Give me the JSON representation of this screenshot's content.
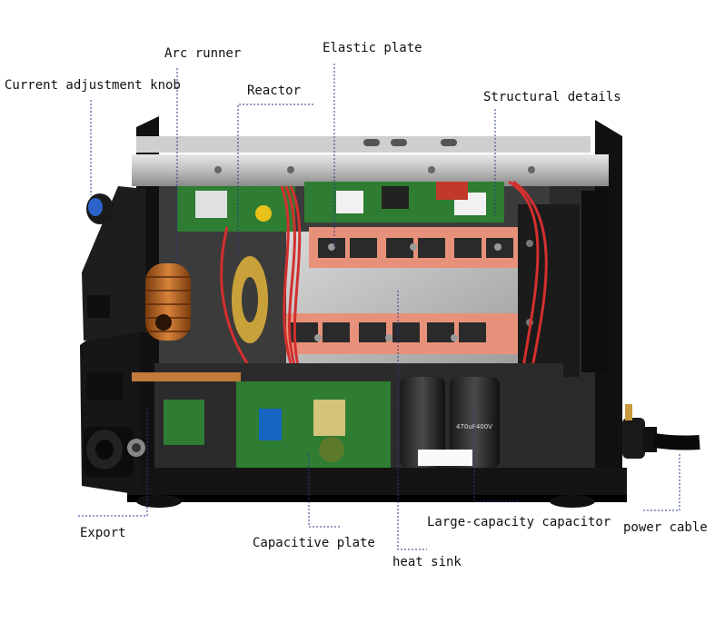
{
  "labels": {
    "arc_runner": "Arc runner",
    "current_knob": "Current adjustment knob",
    "elastic_plate": "Elastic plate",
    "reactor": "Reactor",
    "structural_details": "Structural details",
    "export": "Export",
    "capacitive_plate": "Capacitive plate",
    "heat_sink": "heat sink",
    "large_capacitor": "Large-capacity capacitor",
    "power_cable": "power cable"
  },
  "capacitor_text": "470uF400V"
}
